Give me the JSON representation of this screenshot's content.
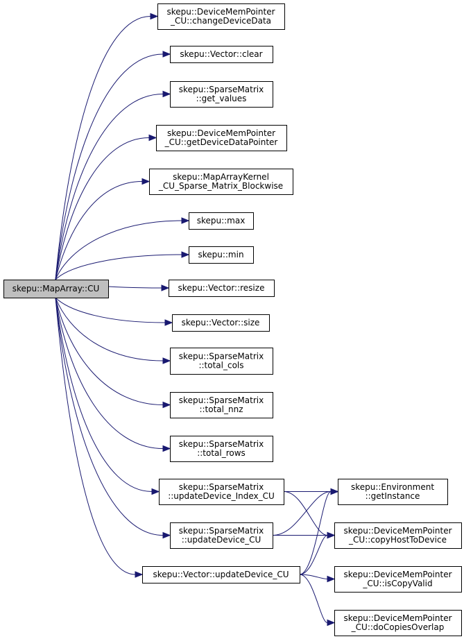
{
  "diagram": {
    "colors": {
      "edge": "#191970",
      "root_fill": "#bfbfbf",
      "node_fill": "#ffffff",
      "border": "#000000"
    },
    "root": {
      "id": "root",
      "lines": [
        "skepu::MapArray::CU"
      ]
    },
    "nodes": [
      {
        "id": "n1",
        "lines": [
          "skepu::DeviceMemPointer",
          "_CU::changeDeviceData"
        ]
      },
      {
        "id": "n2",
        "lines": [
          "skepu::Vector::clear"
        ]
      },
      {
        "id": "n3",
        "lines": [
          "skepu::SparseMatrix",
          "::get_values"
        ]
      },
      {
        "id": "n4",
        "lines": [
          "skepu::DeviceMemPointer",
          "_CU::getDeviceDataPointer"
        ]
      },
      {
        "id": "n5",
        "lines": [
          "skepu::MapArrayKernel",
          "_CU_Sparse_Matrix_Blockwise"
        ]
      },
      {
        "id": "n6",
        "lines": [
          "skepu::max"
        ]
      },
      {
        "id": "n7",
        "lines": [
          "skepu::min"
        ]
      },
      {
        "id": "n8",
        "lines": [
          "skepu::Vector::resize"
        ]
      },
      {
        "id": "n9",
        "lines": [
          "skepu::Vector::size"
        ]
      },
      {
        "id": "n10",
        "lines": [
          "skepu::SparseMatrix",
          "::total_cols"
        ]
      },
      {
        "id": "n11",
        "lines": [
          "skepu::SparseMatrix",
          "::total_nnz"
        ]
      },
      {
        "id": "n12",
        "lines": [
          "skepu::SparseMatrix",
          "::total_rows"
        ]
      },
      {
        "id": "n13",
        "lines": [
          "skepu::SparseMatrix",
          "::updateDevice_Index_CU"
        ]
      },
      {
        "id": "n14",
        "lines": [
          "skepu::SparseMatrix",
          "::updateDevice_CU"
        ]
      },
      {
        "id": "n15",
        "lines": [
          "skepu::Vector::updateDevice_CU"
        ]
      },
      {
        "id": "n16",
        "lines": [
          "skepu::Environment",
          "::getInstance"
        ]
      },
      {
        "id": "n17",
        "lines": [
          "skepu::DeviceMemPointer",
          "_CU::copyHostToDevice"
        ]
      },
      {
        "id": "n18",
        "lines": [
          "skepu::DeviceMemPointer",
          "_CU::isCopyValid"
        ]
      },
      {
        "id": "n19",
        "lines": [
          "skepu::DeviceMemPointer",
          "_CU::doCopiesOverlap"
        ]
      }
    ],
    "edges": [
      {
        "from": "root",
        "to": "n1"
      },
      {
        "from": "root",
        "to": "n2"
      },
      {
        "from": "root",
        "to": "n3"
      },
      {
        "from": "root",
        "to": "n4"
      },
      {
        "from": "root",
        "to": "n5"
      },
      {
        "from": "root",
        "to": "n6"
      },
      {
        "from": "root",
        "to": "n7"
      },
      {
        "from": "root",
        "to": "n8"
      },
      {
        "from": "root",
        "to": "n9"
      },
      {
        "from": "root",
        "to": "n10"
      },
      {
        "from": "root",
        "to": "n11"
      },
      {
        "from": "root",
        "to": "n12"
      },
      {
        "from": "root",
        "to": "n13"
      },
      {
        "from": "root",
        "to": "n14"
      },
      {
        "from": "root",
        "to": "n15"
      },
      {
        "from": "n13",
        "to": "n16"
      },
      {
        "from": "n13",
        "to": "n17"
      },
      {
        "from": "n14",
        "to": "n16"
      },
      {
        "from": "n14",
        "to": "n17"
      },
      {
        "from": "n15",
        "to": "n16"
      },
      {
        "from": "n15",
        "to": "n17"
      },
      {
        "from": "n15",
        "to": "n18"
      },
      {
        "from": "n15",
        "to": "n19"
      }
    ]
  }
}
